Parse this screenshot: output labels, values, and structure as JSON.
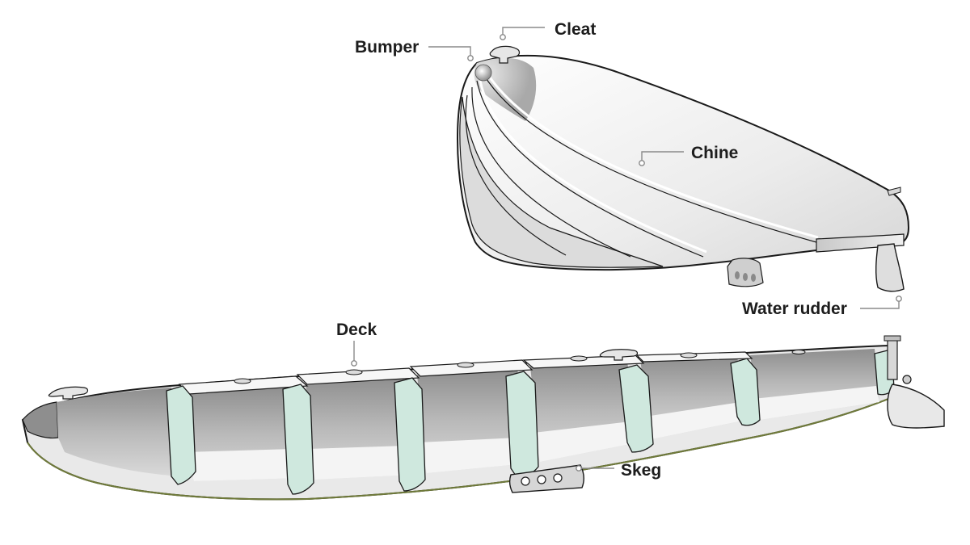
{
  "labels": {
    "cleat": "Cleat",
    "bumper": "Bumper",
    "chine": "Chine",
    "water_rudder": "Water rudder",
    "deck": "Deck",
    "skeg": "Skeg"
  },
  "colors": {
    "outline": "#1a1a1a",
    "hull_light": "#f2f2f2",
    "hull_mid": "#cfcfcf",
    "hull_dark": "#9a9a9a",
    "bulkhead": "#cfe8de",
    "leader": "#8a8a8a",
    "waterline": "#6f7a3a"
  }
}
